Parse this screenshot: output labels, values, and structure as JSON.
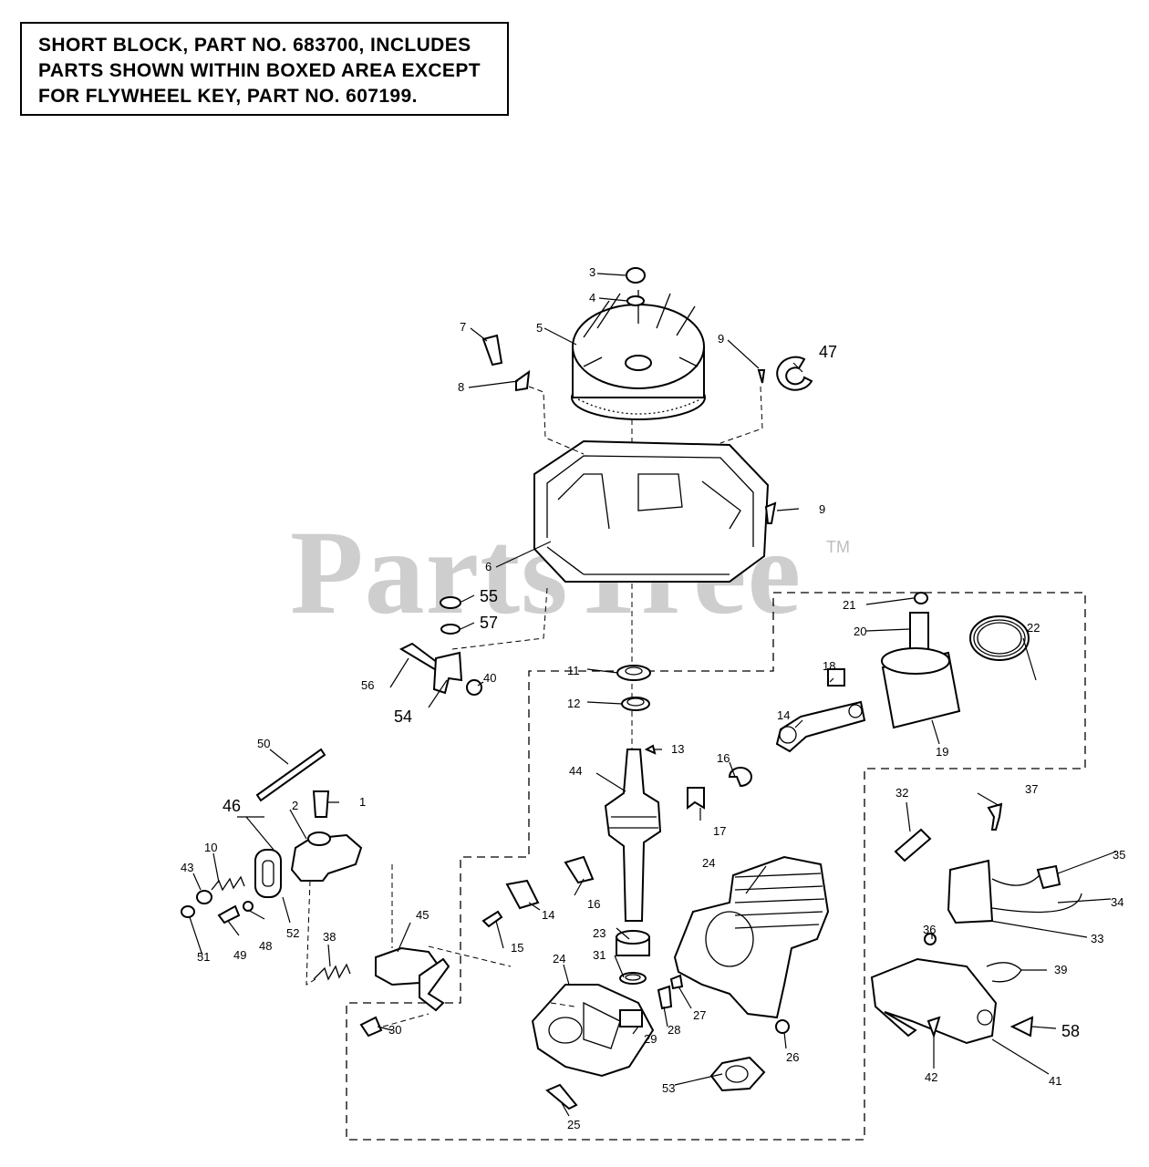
{
  "note": {
    "lines": [
      "SHORT BLOCK, PART NO. 683700, INCLUDES",
      "PARTS SHOWN WITHIN BOXED AREA EXCEPT",
      "FOR FLYWHEEL KEY, PART NO. 607199."
    ]
  },
  "watermark": {
    "text": "PartsTree",
    "tm": "TM"
  },
  "callouts": [
    "3",
    "4",
    "5",
    "7",
    "8",
    "9",
    "47",
    "9",
    "6",
    "55",
    "57",
    "21",
    "20",
    "22",
    "56",
    "40",
    "54",
    "11",
    "18",
    "12",
    "14",
    "19",
    "16",
    "13",
    "50",
    "44",
    "1",
    "46",
    "17",
    "37",
    "32",
    "2",
    "35",
    "24",
    "10",
    "43",
    "16",
    "34",
    "14",
    "45",
    "15",
    "36",
    "52",
    "48",
    "49",
    "51",
    "33",
    "38",
    "23",
    "39",
    "24",
    "31",
    "27",
    "28",
    "29",
    "30",
    "26",
    "58",
    "41",
    "42",
    "53",
    "25"
  ]
}
